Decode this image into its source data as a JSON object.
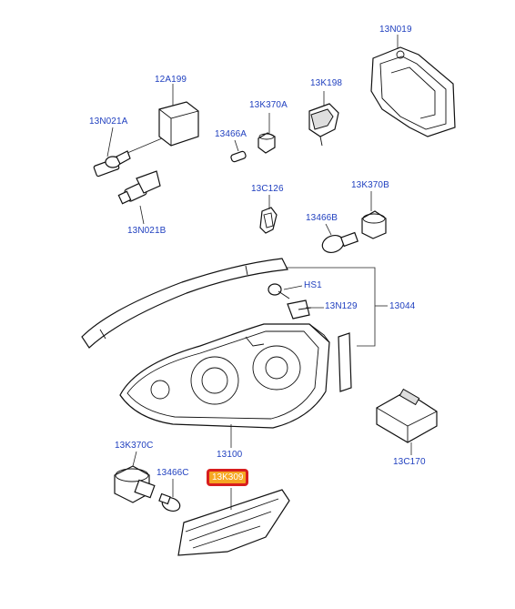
{
  "diagram": {
    "highlight_color": "#f6a623",
    "highlight_border": "#d81e1e",
    "label_color": "#1f3fbf",
    "labels": {
      "l13N019": "13N019",
      "l12A199": "12A199",
      "l13K198": "13K198",
      "l13K370A": "13K370A",
      "l13N021A": "13N021A",
      "l13466A": "13466A",
      "l13N021B": "13N021B",
      "l13C126": "13C126",
      "l13K370B": "13K370B",
      "l13466B": "13466B",
      "lHS1": "HS1",
      "l13N129": "13N129",
      "l13044": "13044",
      "l13100": "13100",
      "l13K370C": "13K370C",
      "l13466C": "13466C",
      "l13K309": "13K309",
      "l13C170": "13C170"
    }
  }
}
